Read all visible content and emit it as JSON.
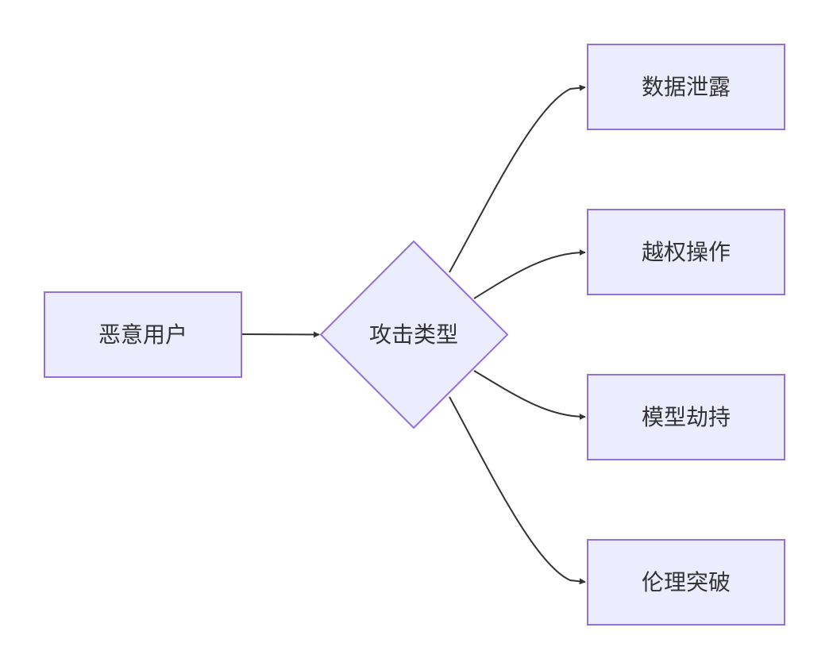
{
  "diagram": {
    "source": {
      "label": "恶意用户"
    },
    "decision": {
      "label": "攻击类型"
    },
    "targets": [
      {
        "label": "数据泄露"
      },
      {
        "label": "越权操作"
      },
      {
        "label": "模型劫持"
      },
      {
        "label": "伦理突破"
      }
    ]
  },
  "colors": {
    "node_fill": "#ececff",
    "node_stroke": "#9370db",
    "edge": "#333333",
    "text": "#333333"
  }
}
